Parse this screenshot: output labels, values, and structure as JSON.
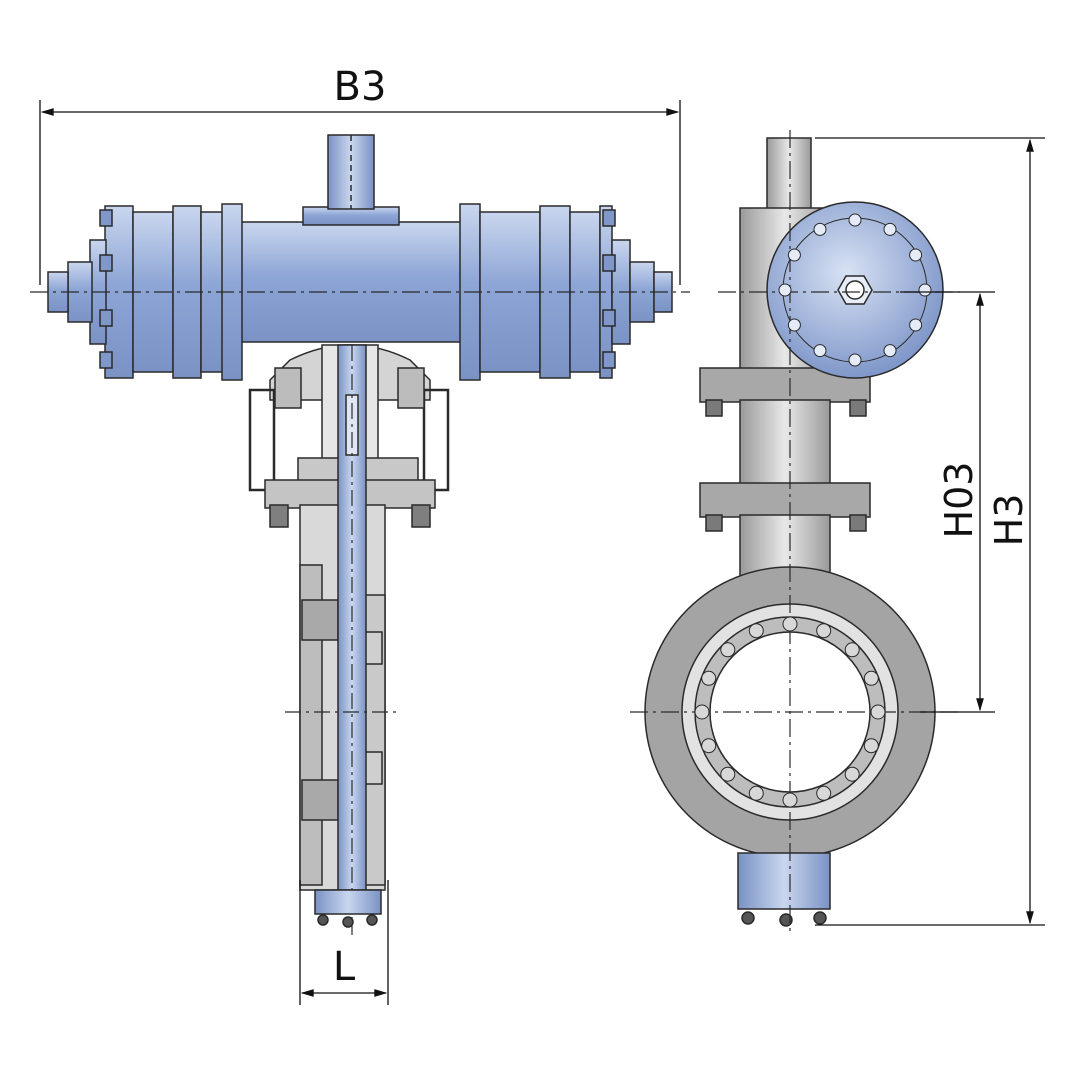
{
  "labels": {
    "width": "B3",
    "length": "L",
    "axis_height": "H03",
    "total_height": "H3"
  },
  "colors": {
    "steel_blue": "#9fb4de",
    "steel_blue_dark": "#6f86b8",
    "steel_blue_light": "#d6e0f3",
    "grey_body": "#b9b9b9",
    "grey_dark": "#8f8f8f",
    "grey_light": "#e2e2e2",
    "outline": "#2a2a2a"
  }
}
